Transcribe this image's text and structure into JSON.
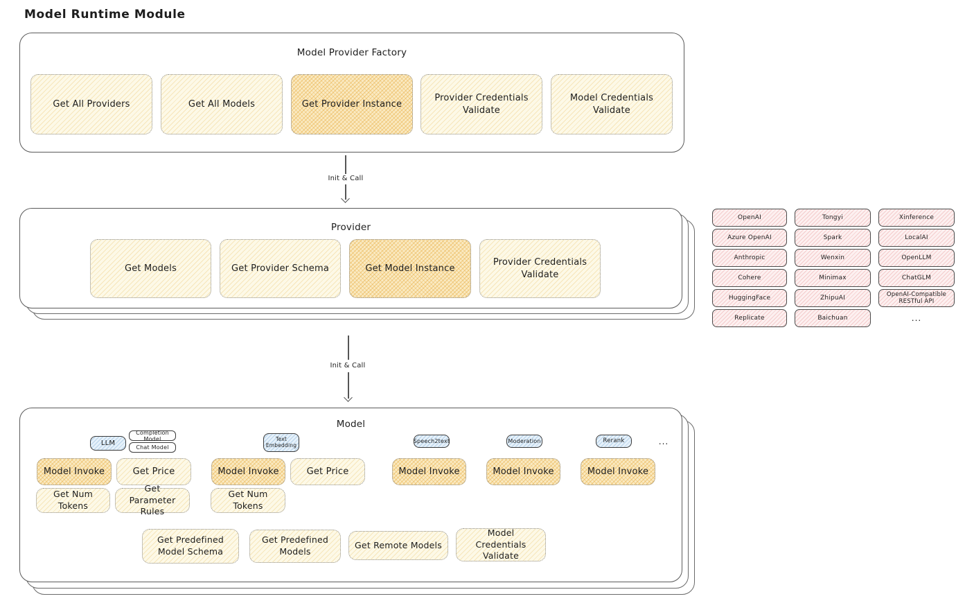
{
  "page": {
    "title": "Model Runtime Module"
  },
  "factory": {
    "title": "Model Provider Factory",
    "buttons": [
      {
        "label": "Get All Providers"
      },
      {
        "label": "Get All Models"
      },
      {
        "label": "Get Provider Instance"
      },
      {
        "label": "Provider Credentials Validate"
      },
      {
        "label": "Model Credentials Validate"
      }
    ]
  },
  "arrow1": {
    "label": "Init & Call"
  },
  "arrow2": {
    "label": "Init & Call"
  },
  "provider": {
    "title": "Provider",
    "buttons": [
      {
        "label": "Get Models"
      },
      {
        "label": "Get Provider Schema"
      },
      {
        "label": "Get Model Instance"
      },
      {
        "label": "Provider Credentials Validate"
      }
    ]
  },
  "providers": {
    "items": [
      "OpenAI",
      "Tongyi",
      "Xinference",
      "Azure OpenAI",
      "Spark",
      "LocalAI",
      "Anthropic",
      "Wenxin",
      "OpenLLM",
      "Cohere",
      "Minimax",
      "ChatGLM",
      "HuggingFace",
      "ZhipuAI",
      "OpenAI-Compatible RESTful API",
      "Replicate",
      "Baichuan"
    ],
    "more": "..."
  },
  "model": {
    "title": "Model",
    "tabs": {
      "llm": "LLM",
      "completion": "Completion Model",
      "chat": "Chat Model",
      "text_embedding": "Text Embedding",
      "speech2text": "Speech2text",
      "moderation": "Moderation",
      "rerank": "Rerank",
      "more": "..."
    },
    "llm_buttons": [
      {
        "label": "Model Invoke"
      },
      {
        "label": "Get Price"
      },
      {
        "label": "Get Num Tokens"
      },
      {
        "label": "Get Parameter Rules"
      }
    ],
    "embedding_buttons": [
      {
        "label": "Model Invoke"
      },
      {
        "label": "Get Price"
      },
      {
        "label": "Get Num Tokens"
      }
    ],
    "speech2text_buttons": [
      {
        "label": "Model Invoke"
      }
    ],
    "moderation_buttons": [
      {
        "label": "Model Invoke"
      }
    ],
    "rerank_buttons": [
      {
        "label": "Model Invoke"
      }
    ],
    "bottom_buttons": [
      {
        "label": "Get Predefined Model Schema"
      },
      {
        "label": "Get Predefined Models"
      },
      {
        "label": "Get Remote Models"
      },
      {
        "label": "Model Credentials Validate"
      }
    ]
  },
  "colors": {
    "node_light": "#fdf9e7",
    "node_emphasized": "#faeac2",
    "provider_pink": "#fdf0f0",
    "tab_blue": "#e6f1fa",
    "stroke": "#5a5a5a"
  }
}
